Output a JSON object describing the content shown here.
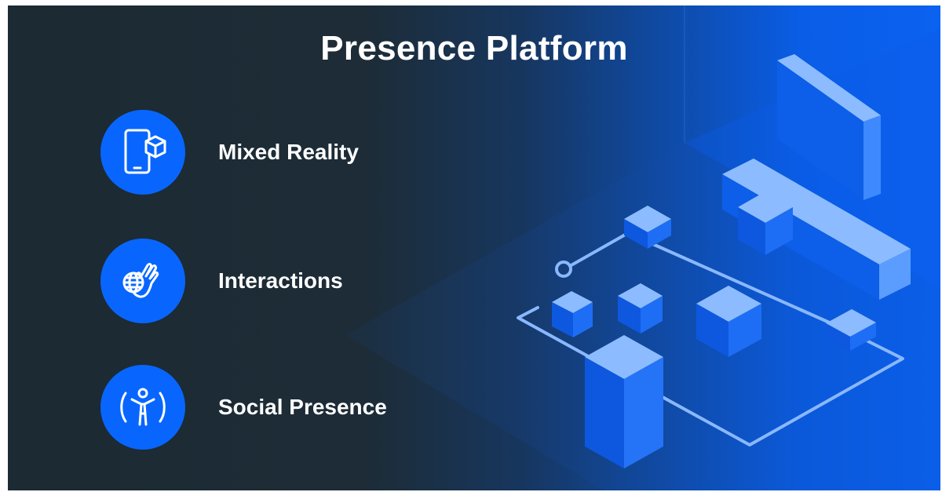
{
  "header": {
    "title": "Presence Platform"
  },
  "features": [
    {
      "label": "Mixed Reality",
      "icon": "phone-cube-icon"
    },
    {
      "label": "Interactions",
      "icon": "hand-globe-icon"
    },
    {
      "label": "Social Presence",
      "icon": "person-presence-icon"
    }
  ],
  "colors": {
    "brand_blue": "#0866ff",
    "background_dark": "#1c2a33",
    "cube_face_light": "#7fb3ff",
    "cube_face_mid": "#1f6ff5",
    "cube_face_dark": "#0a4fd0"
  }
}
